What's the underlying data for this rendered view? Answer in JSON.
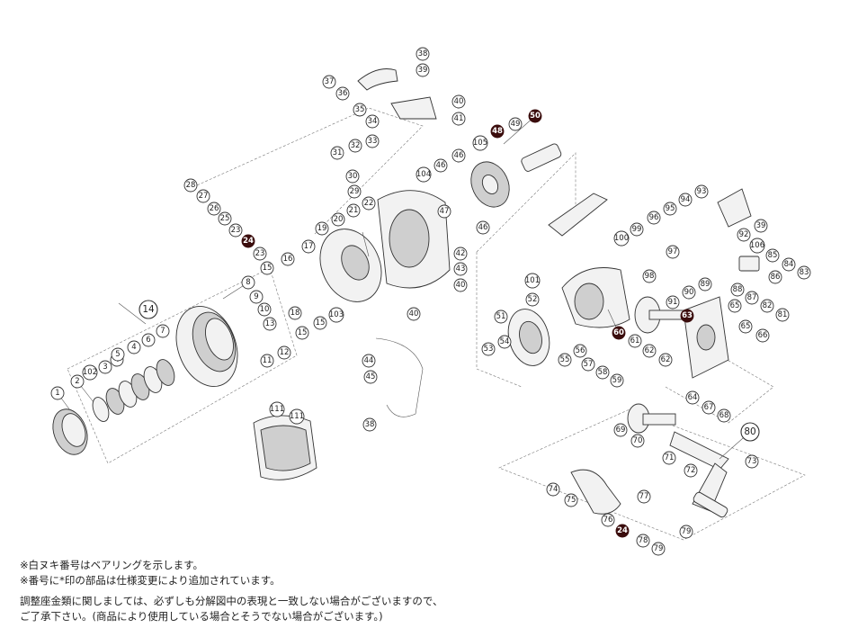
{
  "callouts": {
    "c1": "1",
    "c2": "2",
    "c102": "102",
    "c3": "3",
    "c4a": "4",
    "c5": "5",
    "c4b": "4",
    "c6": "6",
    "c7": "7",
    "c8": "8",
    "c9": "9",
    "c10": "10",
    "c13": "13",
    "c12": "12",
    "c11": "11",
    "c14": "14",
    "c15a": "15",
    "c16": "16",
    "c17": "17",
    "c15b": "15",
    "c15c": "15",
    "c18": "18",
    "c103": "103",
    "c28": "28",
    "c27": "27",
    "c26": "26",
    "c25": "25",
    "c23a": "23",
    "c24a": "24",
    "c23b": "23",
    "c19": "19",
    "c20": "20",
    "c21": "21",
    "c22": "22",
    "c29": "29",
    "c30": "30",
    "c31": "31",
    "c32": "32",
    "c33": "33",
    "c34": "34",
    "c35": "35",
    "c36": "36",
    "c37": "37",
    "c38a": "38",
    "c39a": "39",
    "c40a": "40",
    "c41": "41",
    "c42": "42",
    "c43": "43",
    "c40b": "40",
    "c40c": "40",
    "c44": "44",
    "c45": "45",
    "c38b": "38",
    "c111a": "111",
    "c111b": "111",
    "c46a": "46",
    "c46b": "46",
    "c46c": "46",
    "c47": "47",
    "c104": "104",
    "c105": "105",
    "c48": "48",
    "c49": "49",
    "c50": "50",
    "c51": "51",
    "c52": "52",
    "c53": "53",
    "c54": "54",
    "c55": "55",
    "c56": "56",
    "c57": "57",
    "c58": "58",
    "c59": "59",
    "c60": "60",
    "c61": "61",
    "c62a": "62",
    "c62b": "62",
    "c63": "63",
    "c64": "64",
    "c65a": "65",
    "c65b": "65",
    "c66": "66",
    "c67": "67",
    "c68": "68",
    "c93": "93",
    "c94": "94",
    "c95": "95",
    "c96": "96",
    "c97": "97",
    "c98": "98",
    "c99": "99",
    "c100": "100",
    "c101": "101",
    "c89": "89",
    "c90": "90",
    "c91": "91",
    "c92": "92",
    "c39b": "39",
    "c106": "106",
    "c85": "85",
    "c84": "84",
    "c83": "83",
    "c86": "86",
    "c87": "87",
    "c88": "88",
    "c82": "82",
    "c81": "81",
    "c69": "69",
    "c70": "70",
    "c71": "71",
    "c72": "72",
    "c73": "73",
    "c80": "80",
    "c74": "74",
    "c75": "75",
    "c76": "76",
    "c77": "77",
    "c24b": "24",
    "c78": "78",
    "c79a": "79",
    "c79b": "79"
  },
  "notes": {
    "line1": "※白ヌキ番号はベアリングを示します。",
    "line2": "※番号に*印の部品は仕様変更により追加されています。",
    "line3": "調整座金類に関しましては、必ずしも分解図中の表現と一致しない場合がございますので、",
    "line4": "ご了承下さい。(商品により使用している場合とそうでない場合がございます。)"
  }
}
